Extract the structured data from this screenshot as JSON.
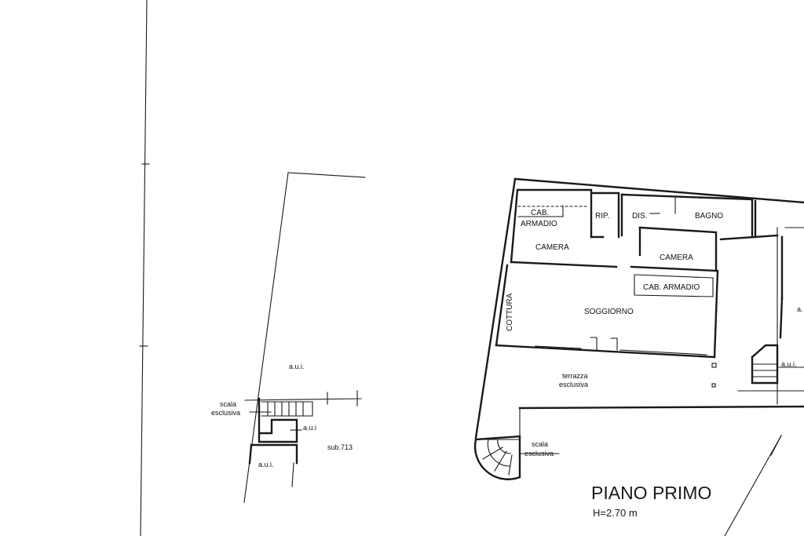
{
  "rooms": {
    "cab_armadio_1a": "CAB.",
    "cab_armadio_1b": "ARMADIO",
    "rip": "RIP.",
    "dis": "DIS.",
    "bagno": "BAGNO",
    "camera_left": "CAMERA",
    "camera_right": "CAMERA",
    "cab_armadio_2": "CAB. ARMADIO",
    "cottura": "COTTURA",
    "soggiorno": "SOGGIORNO",
    "terrazza_1": "terrazza",
    "terrazza_2": "esclusiva"
  },
  "annotations": {
    "aui_left_top": "a.u.i.",
    "aui_left_mid": "a.u.i",
    "aui_left_bottom": "a.u.i.",
    "sub": "sub.713",
    "scala_left_1": "scala",
    "scala_left_2": "esclusiva",
    "scala_right_1": "scala",
    "scala_right_2": "esclusiva",
    "aui_right": "a.u.i.",
    "aui_edge": "a."
  },
  "title": {
    "floor": "PIANO PRIMO",
    "height": "H=2.70 m"
  }
}
